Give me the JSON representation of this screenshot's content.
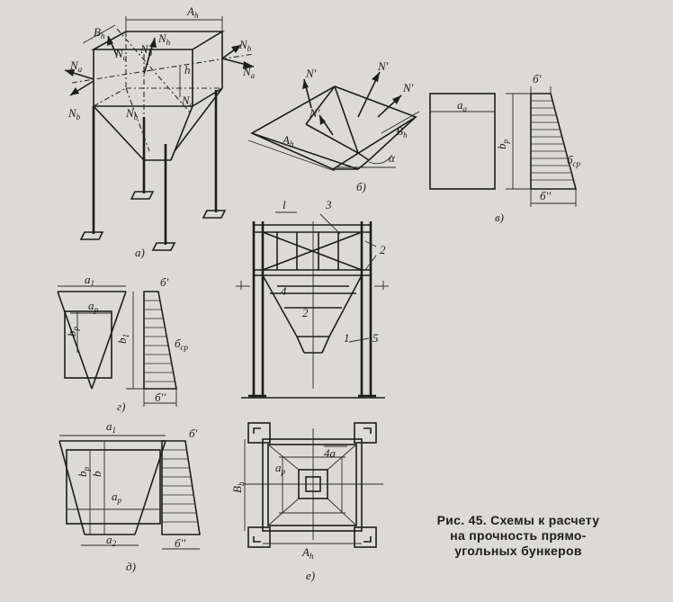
{
  "caption": {
    "line1": "Рис. 45. Схемы к расчету",
    "line2": "на прочность прямо-",
    "line3": "угольных бункеров"
  },
  "panels": {
    "a": {
      "label": "а)",
      "dims": [
        "A_h",
        "B_h",
        "h"
      ],
      "forces": [
        "N_h",
        "N_h",
        "N_a",
        "N_a",
        "N_a",
        "N_a",
        "N_b",
        "N_b",
        "N_b",
        "N_b"
      ]
    },
    "b": {
      "label": "б)",
      "dims": [
        "A_h",
        "B_h",
        "α"
      ],
      "forces": [
        "N'",
        "N'",
        "N'",
        "N'"
      ]
    },
    "v": {
      "label": "в)",
      "dims": [
        "a_a",
        "b_p"
      ],
      "stress": [
        "б'",
        "б_ср",
        "б''"
      ]
    },
    "g": {
      "label": "г)",
      "dims": [
        "a_1",
        "a_p",
        "b_p",
        "b_1"
      ],
      "stress": [
        "б'",
        "б_ср",
        "б''"
      ]
    },
    "d": {
      "label": "д)",
      "dims": [
        "a_1",
        "b_p",
        "b",
        "a_p",
        "a_2"
      ],
      "stress": [
        "б'",
        "б''"
      ]
    },
    "e": {
      "label": "е)",
      "dims": [
        "l",
        "3",
        "2",
        "4",
        "2",
        "1",
        "5",
        "В_h",
        "a_p",
        "4a",
        "A_h"
      ]
    }
  }
}
